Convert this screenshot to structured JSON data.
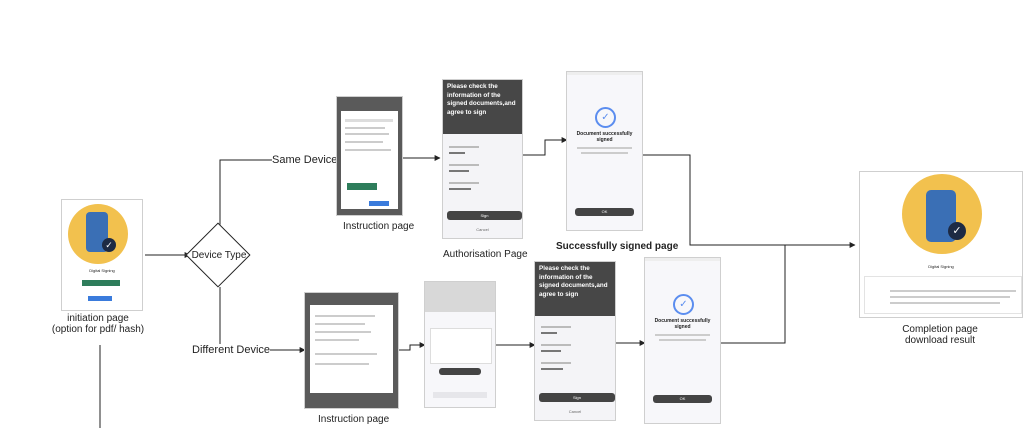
{
  "diagram": {
    "nodes": {
      "initiation": {
        "label_line1": "initiation page",
        "label_line2": "(option for pdf/ hash)",
        "screen_title": "Digital Signing",
        "accent": "#f2c14e"
      },
      "decision": {
        "label": "Device Type"
      },
      "same_device": {
        "label": "Same Device"
      },
      "different_device": {
        "label": "Different Device"
      },
      "instruction_top": {
        "label": "Instruction page"
      },
      "instruction_bottom": {
        "label": "Instruction page"
      },
      "authorisation": {
        "label": "Authorisation Page",
        "header": "Please check the information of the signed documents,and agree to sign",
        "sign_button": "Sign",
        "cancel": "Cancel"
      },
      "authorisation_bottom": {
        "header": "Please check the information of the signed documents,and agree to sign",
        "sign_button": "Sign",
        "cancel": "Cancel"
      },
      "success_top": {
        "label": "Successfully signed page",
        "title": "Document successfully signed",
        "ok_button": "OK"
      },
      "success_bottom": {
        "title": "Document successfully signed",
        "ok_button": "OK"
      },
      "completion": {
        "label_line1": "Completion page",
        "label_line2": "download result",
        "screen_title": "Digital Signing"
      }
    },
    "colors": {
      "line": "#222222",
      "dark_header": "#474747",
      "check_blue": "#5b8def",
      "accent_yellow": "#f2c14e",
      "green": "#2e7d5b"
    }
  }
}
